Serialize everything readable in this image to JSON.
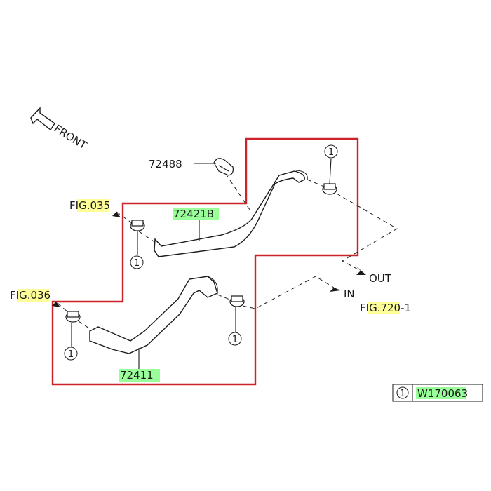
{
  "direction": {
    "front_label": "FRONT"
  },
  "parts": {
    "bolt_clip": "72488",
    "upper_hose": "72421B",
    "lower_hose": "72411"
  },
  "references": {
    "fig_035_prefix": "F",
    "fig_035_highlight": "IG.03",
    "fig_035_suffix": "5",
    "fig_036_prefix": "F",
    "fig_036_highlight": "IG.03",
    "fig_036_suffix": "6",
    "fig_720_prefix": "F",
    "fig_720_highlight": "IG.72",
    "fig_720_suffix": "0-1"
  },
  "flow": {
    "out_label": "OUT",
    "in_label": "IN"
  },
  "callout": "1",
  "legend": {
    "symbol": "1",
    "part_highlight": "W17006",
    "part_suffix": "3"
  },
  "colors": {
    "frame_red": "#cc2229",
    "highlight_yellow": "#ffff99",
    "highlight_green": "#99ff99"
  }
}
